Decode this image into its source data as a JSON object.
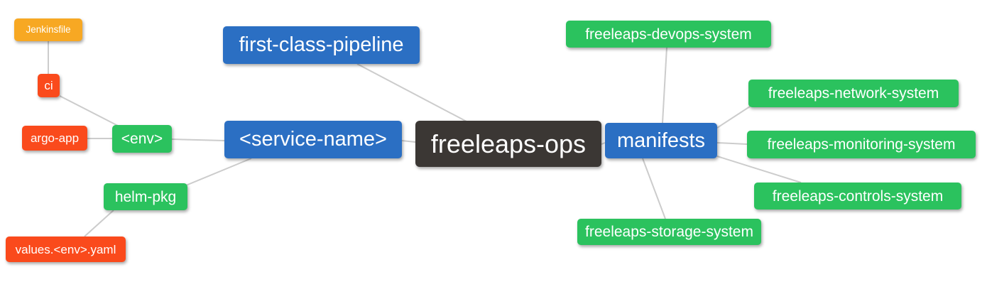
{
  "colors": {
    "root": "#3b3734",
    "blue": "#2b6fc3",
    "green": "#2bc25e",
    "red": "#fa4a1c",
    "amber": "#f7a823",
    "edge": "#cccccc",
    "text": "#ffffff",
    "background": "#ffffff"
  },
  "diagram": {
    "type": "mindmap",
    "root_label": "freeleaps-ops",
    "nodes": [
      {
        "id": "jenkinsfile",
        "label": "Jenkinsfile",
        "color": "amber"
      },
      {
        "id": "ci",
        "label": "ci",
        "color": "red"
      },
      {
        "id": "argo-app",
        "label": "argo-app",
        "color": "red"
      },
      {
        "id": "env",
        "label": "<env>",
        "color": "green"
      },
      {
        "id": "first-class-pipeline",
        "label": "first-class-pipeline",
        "color": "blue"
      },
      {
        "id": "service-name",
        "label": "<service-name>",
        "color": "blue"
      },
      {
        "id": "helm-pkg",
        "label": "helm-pkg",
        "color": "green"
      },
      {
        "id": "values-env-yaml",
        "label": "values.<env>.yaml",
        "color": "red"
      },
      {
        "id": "freeleaps-ops",
        "label": "freeleaps-ops",
        "color": "root"
      },
      {
        "id": "manifests",
        "label": "manifests",
        "color": "blue"
      },
      {
        "id": "freeleaps-devops-system",
        "label": "freeleaps-devops-system",
        "color": "green"
      },
      {
        "id": "freeleaps-network-system",
        "label": "freeleaps-network-system",
        "color": "green"
      },
      {
        "id": "freeleaps-monitoring-system",
        "label": "freeleaps-monitoring-system",
        "color": "green"
      },
      {
        "id": "freeleaps-controls-system",
        "label": "freeleaps-controls-system",
        "color": "green"
      },
      {
        "id": "freeleaps-storage-system",
        "label": "freeleaps-storage-system",
        "color": "green"
      }
    ],
    "edges": [
      {
        "from": "jenkinsfile",
        "to": "ci"
      },
      {
        "from": "ci",
        "to": "env"
      },
      {
        "from": "argo-app",
        "to": "env"
      },
      {
        "from": "env",
        "to": "service-name"
      },
      {
        "from": "service-name",
        "to": "helm-pkg"
      },
      {
        "from": "helm-pkg",
        "to": "values-env-yaml"
      },
      {
        "from": "first-class-pipeline",
        "to": "freeleaps-ops"
      },
      {
        "from": "service-name",
        "to": "freeleaps-ops"
      },
      {
        "from": "freeleaps-ops",
        "to": "manifests"
      },
      {
        "from": "manifests",
        "to": "freeleaps-devops-system"
      },
      {
        "from": "manifests",
        "to": "freeleaps-network-system"
      },
      {
        "from": "manifests",
        "to": "freeleaps-monitoring-system"
      },
      {
        "from": "manifests",
        "to": "freeleaps-controls-system"
      },
      {
        "from": "manifests",
        "to": "freeleaps-storage-system"
      }
    ]
  }
}
